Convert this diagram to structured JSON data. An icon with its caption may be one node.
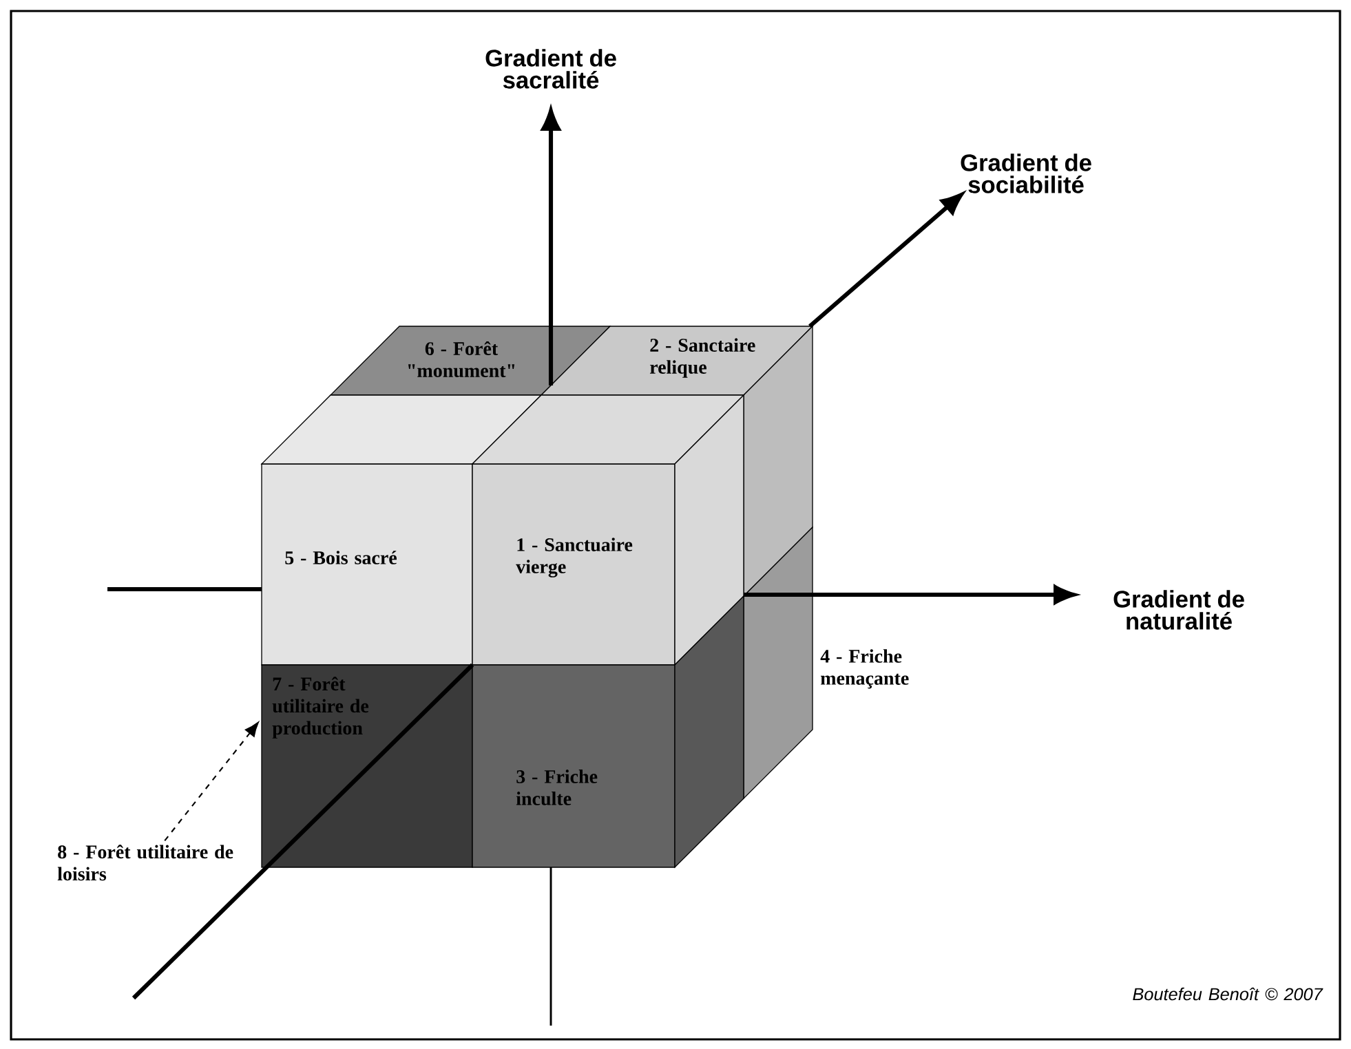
{
  "diagram": {
    "nodes": [
      {
        "text": [
          "6 - Forêt \"monument\""
        ]
      },
      {
        "text": [
          "2 - Sanctaire relique"
        ]
      },
      {
        "text": [
          "5 - Bois sacré"
        ]
      },
      {
        "text": [
          "1 - Sanctuaire vierge"
        ]
      },
      {
        "text": [
          "4 - Friche menaçante"
        ]
      },
      {
        "text": [
          "7 - Forêt utilitaire de production"
        ]
      },
      {
        "text": [
          "3 - Friche inculte"
        ]
      },
      {
        "text": [
          "8 - Forêt utilitaire de loisirs"
        ]
      }
    ],
    "edges": [
      {
        "from": 7,
        "to": 5,
        "arrow": "to",
        "style": "dashed"
      }
    ],
    "labels": [
      "Gradient de sacralité",
      "Gradient de sociabilité",
      "Gradient de naturalité",
      "Boutefeu Benoît © 2007"
    ]
  }
}
